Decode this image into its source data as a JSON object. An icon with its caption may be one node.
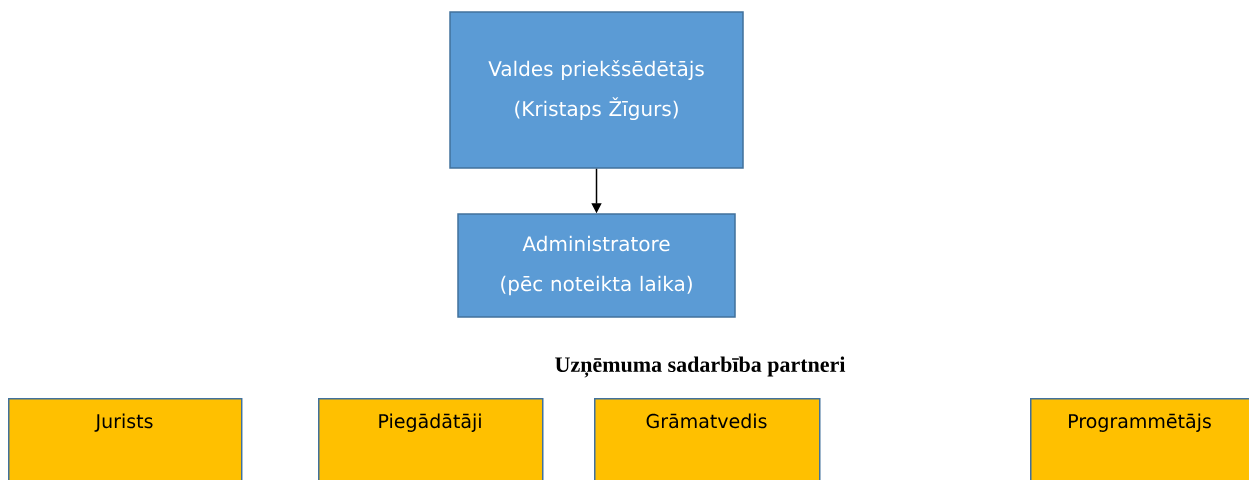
{
  "diagram": {
    "title": "Uzņēmuma sadarbība partneri",
    "nodes": [
      {
        "text": [
          "Valdes priekšsēdētājs (Kristaps Žīgurs)"
        ]
      },
      {
        "text": [
          "Administratore (pēc noteikta laika)"
        ]
      },
      {
        "text": [
          "Jurists"
        ]
      },
      {
        "text": [
          "Piegādātāji"
        ]
      },
      {
        "text": [
          "Grāmatvedis"
        ]
      },
      {
        "text": [
          "Programmētājs"
        ]
      }
    ],
    "edges": [
      {
        "from": 0,
        "to": 1,
        "arrow": "to"
      }
    ]
  }
}
